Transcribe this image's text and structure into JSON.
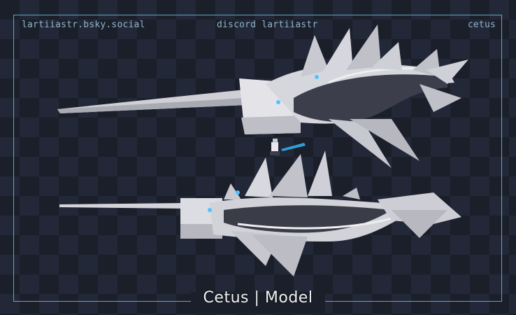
{
  "header": {
    "left_text": "lartiiastr.bsky.social",
    "center_text": "discord lartiiastr",
    "right_text": "cetus"
  },
  "caption": "Cetus | Model",
  "colors": {
    "frame": "#5fa9bd",
    "header_text": "#8fb4c9",
    "creature_light": "#d9d9de",
    "creature_dark": "#3b3d48",
    "glow": "#4fc3ff"
  },
  "icons": {
    "top_creature": "cetus-model-top-view",
    "bottom_creature": "cetus-model-side-view",
    "player_figure": "player-figure-scale-reference"
  }
}
